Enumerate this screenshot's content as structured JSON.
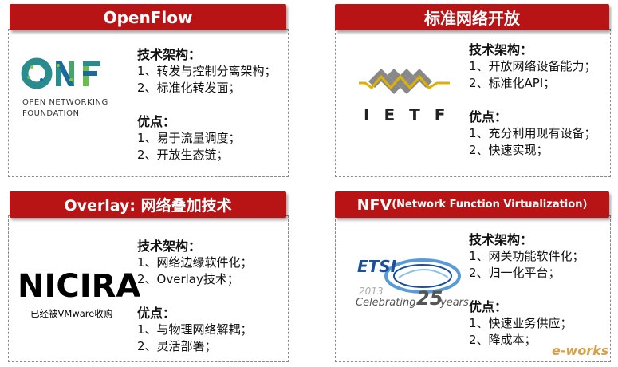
{
  "panels": {
    "openflow": {
      "title": "OpenFlow",
      "logo": {
        "letters": "ONF",
        "subtitle_line1": "OPEN NETWORKING",
        "subtitle_line2": "FOUNDATION"
      },
      "arch_heading": "技术架构：",
      "arch_items": [
        "1、转发与控制分离架构；",
        "2、标准化转发面；"
      ],
      "adv_heading": "优点：",
      "adv_items": [
        "1、易于流量调度；",
        "2、开放生态链；"
      ]
    },
    "open_network": {
      "title": "标准网络开放",
      "logo": {
        "text": "IETF",
        "icon": "ietf-logo"
      },
      "arch_heading": "技术架构：",
      "arch_items": [
        "1、开放网络设备能力；",
        "2、标准化API；"
      ],
      "adv_heading": "优点：",
      "adv_items": [
        "1、充分利用现有设备；",
        "2、快速实现；"
      ]
    },
    "overlay": {
      "title": "Overlay: 网络叠加技术",
      "logo": {
        "text": "NICIRA",
        "caption": "已经被VMware收购"
      },
      "arch_heading": "技术架构：",
      "arch_items": [
        "1、网络边缘软件化；",
        "2、Overlay技术；"
      ],
      "adv_heading": "优点：",
      "adv_items": [
        "1、与物理网络解耦；",
        "2、灵活部署；"
      ]
    },
    "nfv": {
      "title_main": "NFV",
      "title_sub": "(Network Function Virtualization)",
      "logo": {
        "text": "ETSI",
        "year": "2013",
        "celebrating": "Celebrating",
        "number": "25",
        "years": "years"
      },
      "arch_heading": "技术架构：",
      "arch_items": [
        "1、网关功能软件化；",
        "2、归一化平台；"
      ],
      "adv_heading": "优点：",
      "adv_items": [
        "1、快速业务供应；",
        "2、降成本；"
      ]
    }
  },
  "watermark": "e-works",
  "colors": {
    "header_red": "#b81416",
    "onf_teal": "#2a8c8c",
    "ietf_gold": "#e0b000",
    "etsi_blue": "#1b4f9c"
  }
}
